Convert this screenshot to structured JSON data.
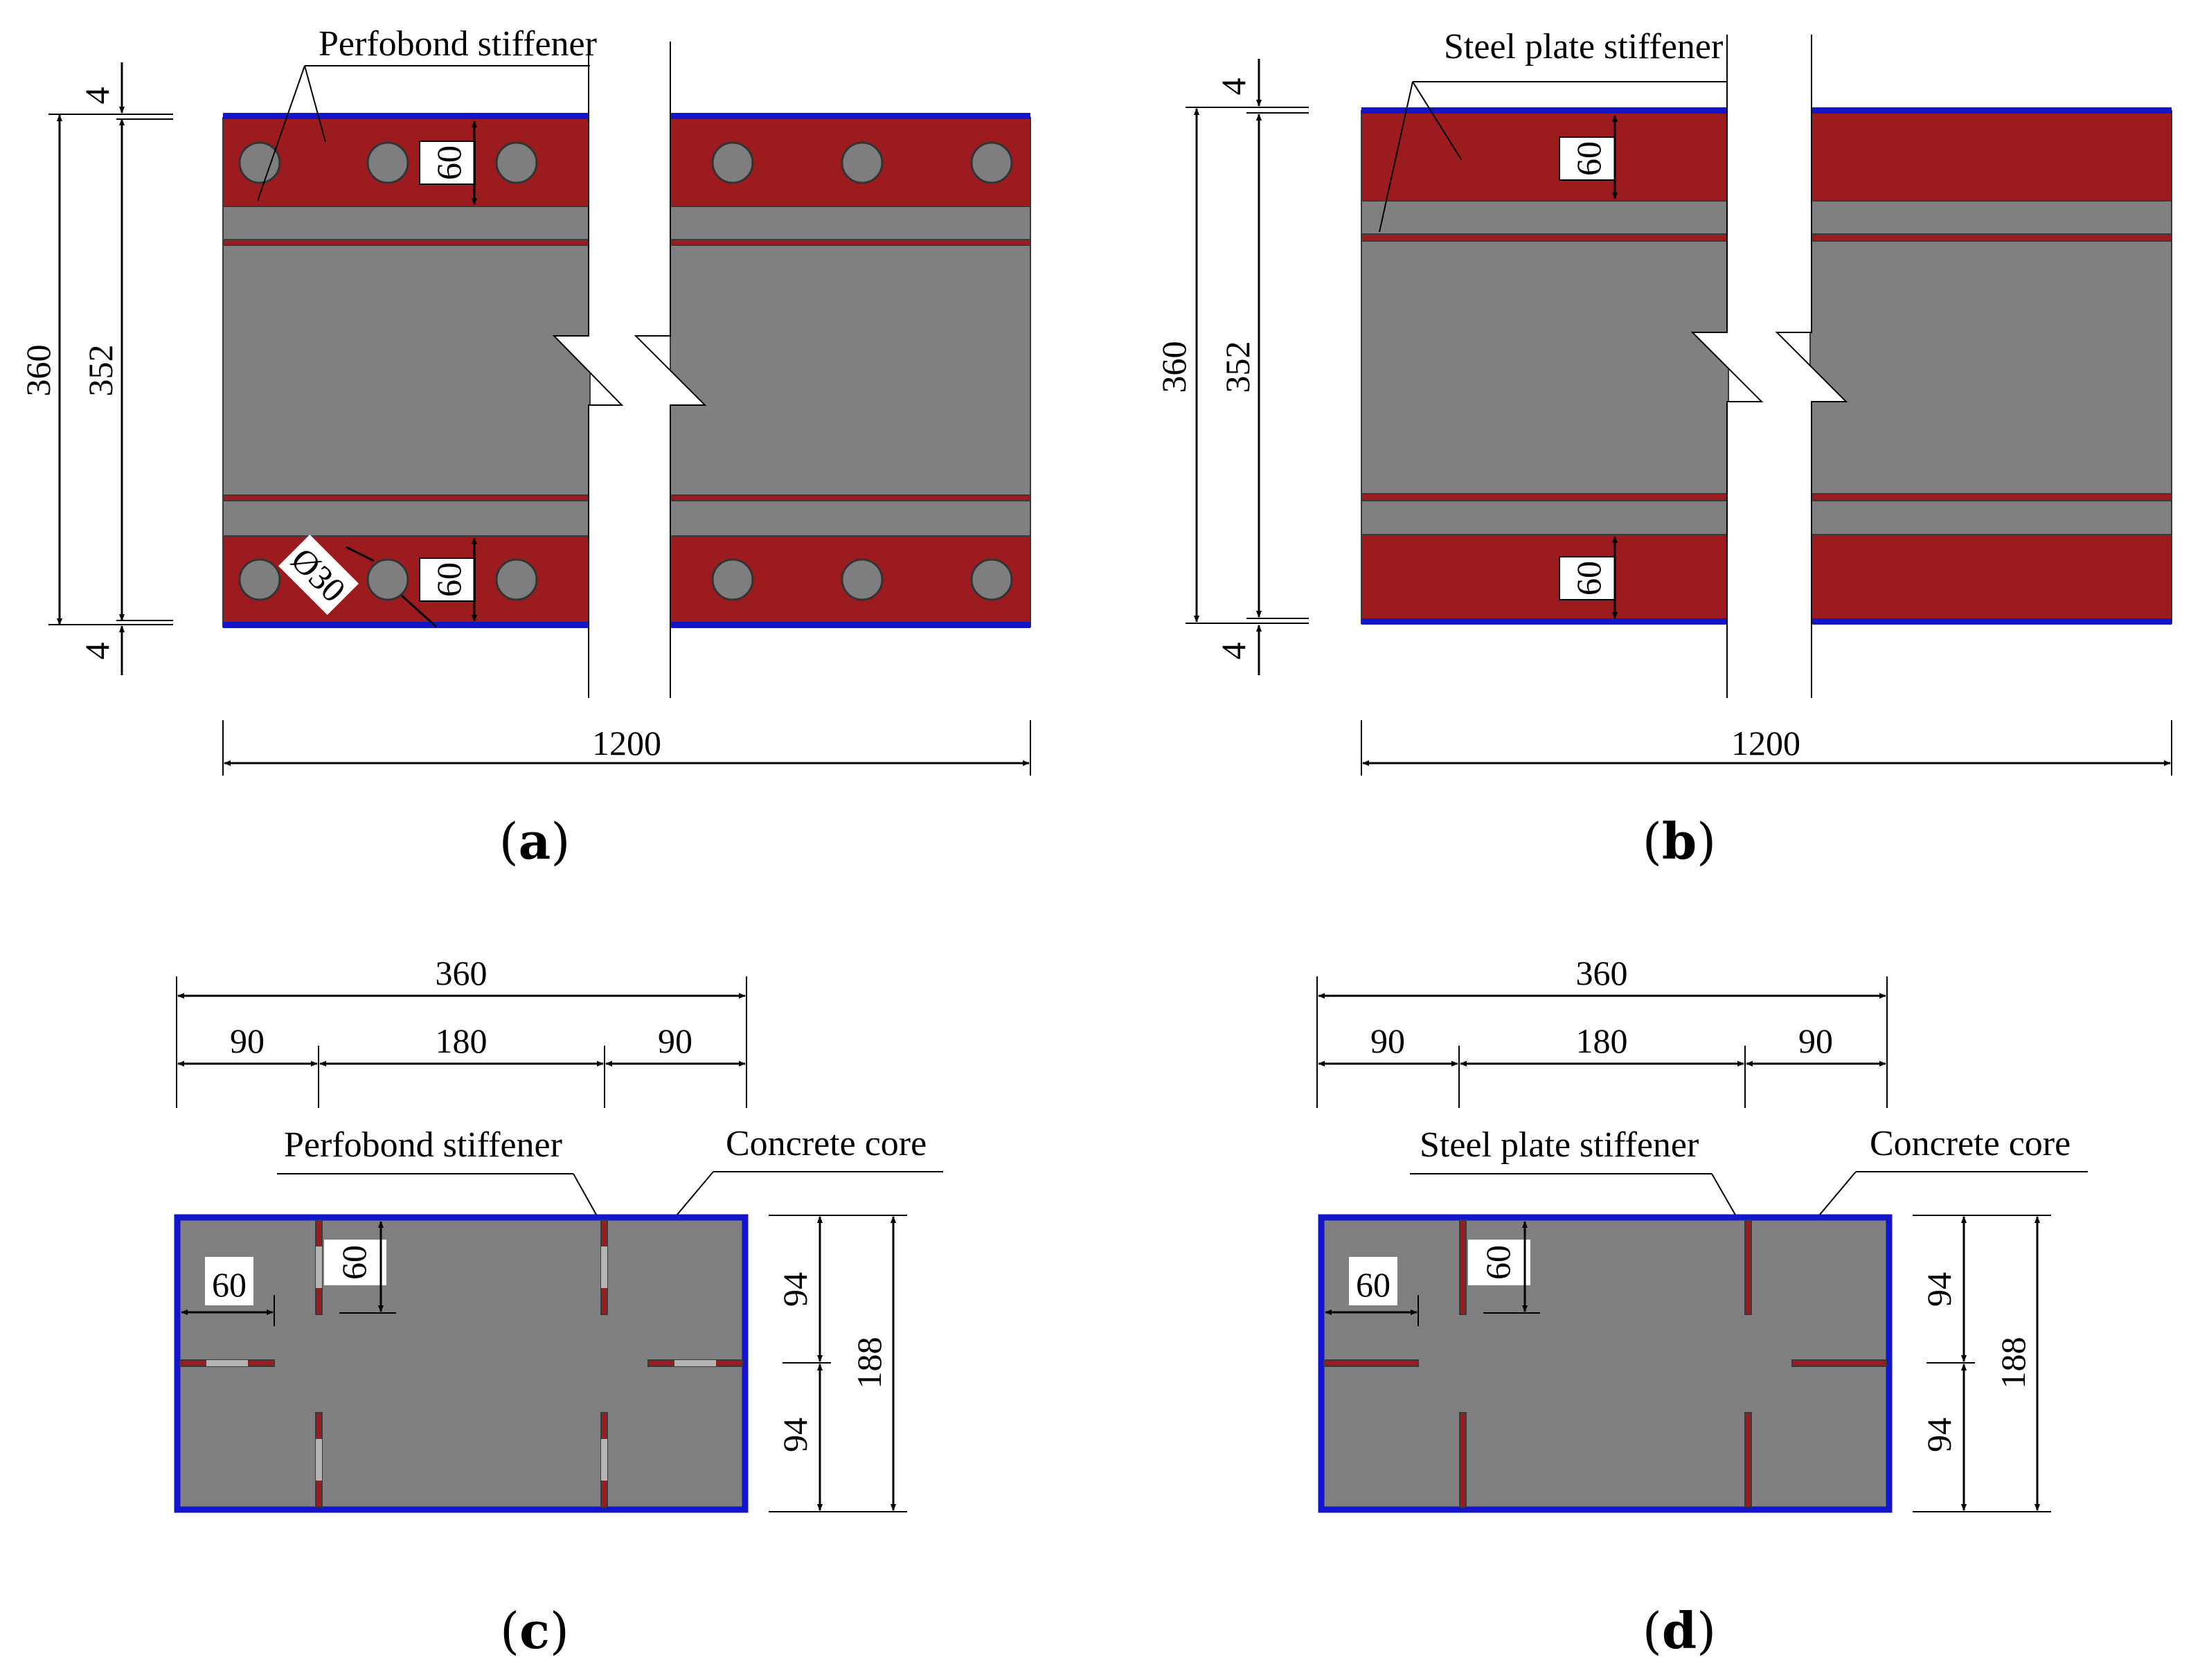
{
  "colors": {
    "steel_web": "#808080",
    "stiffener": "#9b1b1f",
    "steel_flange": "#1414c8",
    "background": "#ffffff"
  },
  "panel_a": {
    "caption_letter": "a",
    "stiffener_label": "Perfobond stiffener",
    "dim_top_thickness": "4",
    "dim_bottom_thickness": "4",
    "dim_total_height": "360",
    "dim_inner_height": "352",
    "dim_length": "1200",
    "dim_stiffener_top": "60",
    "dim_stiffener_bottom": "60",
    "dim_hole_diameter": "Ø30"
  },
  "panel_b": {
    "caption_letter": "b",
    "stiffener_label": "Steel plate stiffener",
    "dim_top_thickness": "4",
    "dim_bottom_thickness": "4",
    "dim_total_height": "360",
    "dim_inner_height": "352",
    "dim_length": "1200",
    "dim_stiffener_top": "60",
    "dim_stiffener_bottom": "60"
  },
  "panel_c": {
    "caption_letter": "c",
    "stiffener_label": "Perfobond stiffener",
    "core_label": "Concrete core",
    "dim_total_width": "360",
    "dim_side_left": "90",
    "dim_middle": "180",
    "dim_side_right": "90",
    "dim_upper_half": "94",
    "dim_lower_half": "94",
    "dim_total_height": "188",
    "dim_stiffener_horizontal": "60",
    "dim_stiffener_vertical": "60"
  },
  "panel_d": {
    "caption_letter": "d",
    "stiffener_label": "Steel plate stiffener",
    "core_label": "Concrete core",
    "dim_total_width": "360",
    "dim_side_left": "90",
    "dim_middle": "180",
    "dim_side_right": "90",
    "dim_upper_half": "94",
    "dim_lower_half": "94",
    "dim_total_height": "188",
    "dim_stiffener_horizontal": "60",
    "dim_stiffener_vertical": "60"
  }
}
